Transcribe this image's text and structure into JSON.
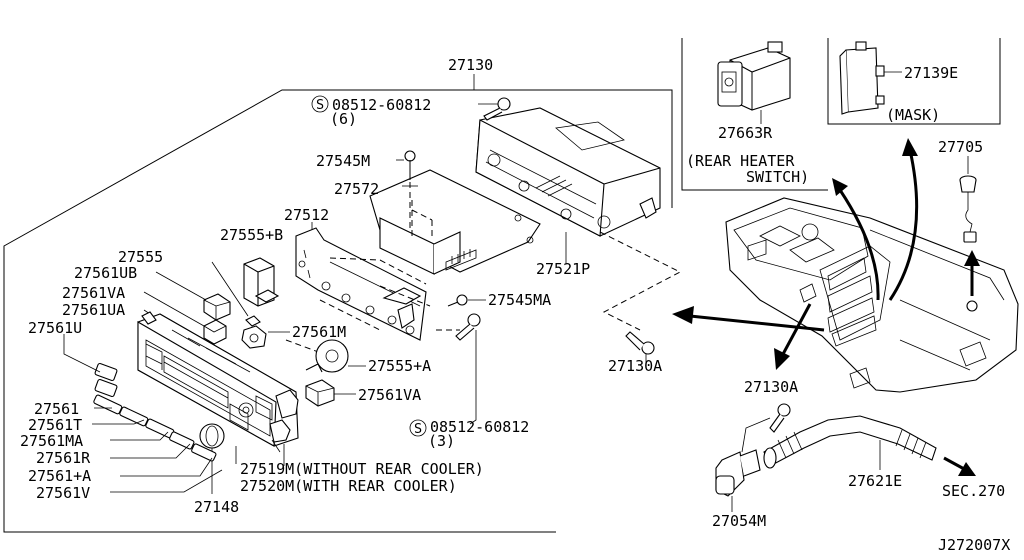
{
  "labels": {
    "l27130": "27130",
    "l08512a": "08512-60812",
    "l08512a_qty": "(6)",
    "l27545M": "27545M",
    "l27572": "27572",
    "l27512": "27512",
    "l27555B": "27555+B",
    "l27555": "27555",
    "l27561UB": "27561UB",
    "l27561VA_top": "27561VA",
    "l27561UA": "27561UA",
    "l27561U": "27561U",
    "l27561M": "27561M",
    "l27545MA": "27545MA",
    "l27521P": "27521P",
    "l27130A_a": "27130A",
    "l27555A": "27555+A",
    "l27561VA_bot": "27561VA",
    "l08512b": "08512-60812",
    "l08512b_qty": "(3)",
    "l27561": "27561",
    "l27561T": "27561T",
    "l27561MA": "27561MA",
    "l27561R": "27561R",
    "l27561A": "27561+A",
    "l27561V": "27561V",
    "l27148": "27148",
    "l27519M": "27519M(WITHOUT REAR COOLER)",
    "l27520M": "27520M(WITH REAR COOLER)",
    "l27663R": "27663R",
    "l_rear_heater1": "(REAR HEATER",
    "l_rear_heater2": "SWITCH)",
    "l27139E": "27139E",
    "l_mask": "(MASK)",
    "l27705": "27705",
    "l27130A_b": "27130A",
    "l27621E": "27621E",
    "l27054M": "27054M",
    "l_sec270": "SEC.270",
    "l_code": "J272007X",
    "bolt_symbol_a": "S",
    "bolt_symbol_b": "S"
  }
}
